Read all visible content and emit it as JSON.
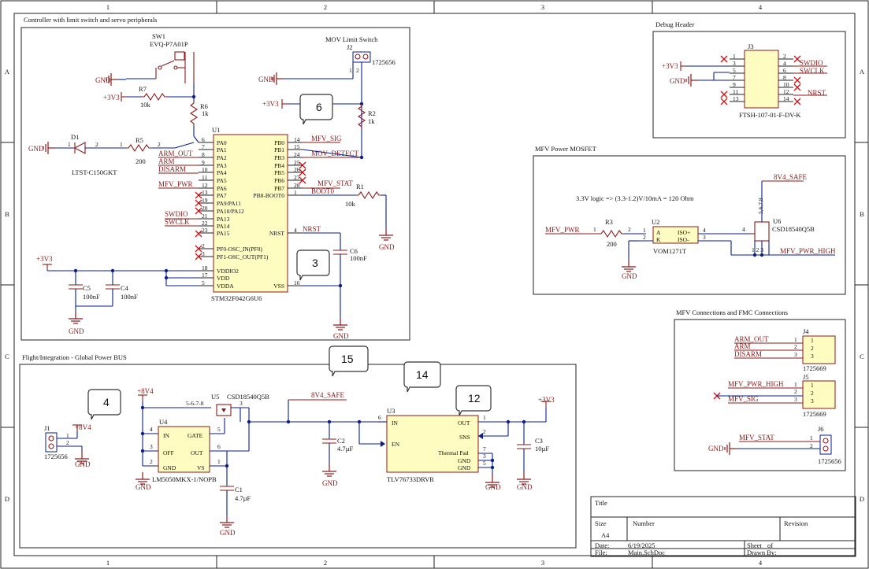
{
  "border": {
    "columns": [
      "1",
      "2",
      "3",
      "4"
    ],
    "rows": [
      "A",
      "B",
      "C",
      "D"
    ]
  },
  "sections": {
    "controller": "Controller with limit switch and servo peripherals",
    "debug": "Debug Header",
    "mosfet": "MFV Power MOSFET",
    "connections": "MFV Connections and FMC Connections",
    "power": "Flight/Integration - Global Power BUS"
  },
  "callouts": [
    "6",
    "3",
    "15",
    "14",
    "4",
    "12"
  ],
  "nets": {
    "gnd": "GND",
    "p3v3": "+3V3",
    "p8v4": "+8V4",
    "v8_safe": "8V4_SAFE",
    "mfv_sig": "MFV_SIG",
    "mov_detect": "MOV_DETECT",
    "mfv_stat": "MFV_STAT",
    "boot0": "BOOT0",
    "nrst": "NRST",
    "arm_out": "ARM_OUT",
    "arm": "ARM",
    "disarm": "DISARM",
    "mfv_pwr": "MFV_PWR",
    "swdio": "SWDIO",
    "swclk": "SWCLK",
    "mfv_pwr_high": "MFV_PWR_HIGH"
  },
  "components": {
    "sw1": {
      "ref": "SW1",
      "value": "EVQ-P7A01P"
    },
    "j2": {
      "ref": "J2",
      "value": "1725656",
      "title": "MOV Limit Switch"
    },
    "r7": {
      "ref": "R7",
      "value": "10k"
    },
    "r6": {
      "ref": "R6",
      "value": "1k"
    },
    "r2": {
      "ref": "R2",
      "value": "1k"
    },
    "d1": {
      "ref": "D1",
      "value": "LTST-C150GKT"
    },
    "r5": {
      "ref": "R5",
      "value": "200"
    },
    "u1": {
      "ref": "U1",
      "value": "STM32F042G6U6",
      "left_pins": [
        {
          "name": "PA0",
          "num": "6"
        },
        {
          "name": "PA1",
          "num": "7"
        },
        {
          "name": "PA2",
          "num": "8"
        },
        {
          "name": "PA3",
          "num": "9"
        },
        {
          "name": "PA4",
          "num": "10"
        },
        {
          "name": "PA5",
          "num": "11"
        },
        {
          "name": "PA6",
          "num": "12"
        },
        {
          "name": "PA7",
          "num": "13"
        },
        {
          "name": "PA9/PA11",
          "num": "19"
        },
        {
          "name": "PA10/PA12",
          "num": "20"
        },
        {
          "name": "PA13",
          "num": "21"
        },
        {
          "name": "PA14",
          "num": "22"
        },
        {
          "name": "PA15",
          "num": "23"
        },
        {
          "name": "PF0-OSC_IN(PF0)",
          "num": "2"
        },
        {
          "name": "PF1-OSC_OUT(PF1)",
          "num": "3"
        },
        {
          "name": "VDDIO2",
          "num": "18"
        },
        {
          "name": "VDD",
          "num": "17"
        },
        {
          "name": "VDDA",
          "num": "5"
        }
      ],
      "right_pins": [
        {
          "name": "PB0",
          "num": "14"
        },
        {
          "name": "PB1",
          "num": "15"
        },
        {
          "name": "PB3",
          "num": "24"
        },
        {
          "name": "PB4",
          "num": "25"
        },
        {
          "name": "PB5",
          "num": "26"
        },
        {
          "name": "PB6",
          "num": "27"
        },
        {
          "name": "PB7",
          "num": "28"
        },
        {
          "name": "PB8-BOOT0",
          "num": "1"
        },
        {
          "name": "NRST",
          "num": "4"
        },
        {
          "name": "VSS",
          "num": "16"
        }
      ]
    },
    "r1": {
      "ref": "R1",
      "value": "10k"
    },
    "c6": {
      "ref": "C6",
      "value": "100nF"
    },
    "c5": {
      "ref": "C5",
      "value": "100nF"
    },
    "c4": {
      "ref": "C4",
      "value": "100nF"
    },
    "j3": {
      "ref": "J3",
      "value": "FTSH-107-01-F-DV-K",
      "left_nums": [
        "1",
        "3",
        "5",
        "7",
        "9",
        "11",
        "13"
      ],
      "right_nums": [
        "2",
        "4",
        "6",
        "8",
        "10",
        "12",
        "14"
      ]
    },
    "r3": {
      "ref": "R3",
      "value": "200"
    },
    "u2": {
      "ref": "U2",
      "value": "VOM1271T",
      "pins": [
        "A",
        "K",
        "ISO+",
        "ISO-"
      ],
      "nums": [
        "1",
        "2",
        "4",
        "3"
      ]
    },
    "u6": {
      "ref": "U6",
      "value": "CSD18540Q5B",
      "pins": "5,6,7,8",
      "src": "1 2 3"
    },
    "mosfet_note": "3.3V logic => (3.3-1.2)V/10mA = 120 Ohm",
    "j4": {
      "ref": "J4",
      "value": "1725669",
      "nums": [
        "1",
        "2",
        "3"
      ]
    },
    "j5": {
      "ref": "J5",
      "value": "1725669",
      "nums": [
        "1",
        "2",
        "3"
      ]
    },
    "j6": {
      "ref": "J6",
      "value": "1725656",
      "nums": [
        "1",
        "2"
      ]
    },
    "j1": {
      "ref": "J1",
      "value": "1725656",
      "nums": [
        "1",
        "2"
      ]
    },
    "u4": {
      "ref": "U4",
      "value": "LM5050MKX-1/NOPB",
      "pins": [
        "IN",
        "OFF",
        "GND",
        "GATE",
        "OUT",
        "VS"
      ],
      "nums": [
        "4",
        "3",
        "2",
        "5",
        "6",
        "1"
      ]
    },
    "u5": {
      "ref": "U5",
      "value": "CSD18540Q5B",
      "pins": "5-6-7-8",
      "src": "3"
    },
    "c1": {
      "ref": "C1",
      "value": "4.7µF"
    },
    "c2": {
      "ref": "C2",
      "value": "4.7µF"
    },
    "u3": {
      "ref": "U3",
      "value": "TLV76733DRVR",
      "pins": [
        "IN",
        "EN",
        "OUT",
        "SNS",
        "Thermal Pad",
        "GND",
        "GND"
      ],
      "nums": [
        "6",
        "4",
        "1",
        "2",
        "7",
        "3",
        "5"
      ]
    },
    "c3": {
      "ref": "C3",
      "value": "10µF"
    }
  },
  "title_block": {
    "title_label": "Title",
    "size_label": "Size",
    "size": "A4",
    "number_label": "Number",
    "revision_label": "Revision",
    "date_label": "Date:",
    "date": "6/19/2025",
    "sheet_label": "Sheet",
    "of_label": "of",
    "file_label": "File:",
    "file": "Main.SchDoc",
    "drawn_label": "Drawn By:"
  }
}
